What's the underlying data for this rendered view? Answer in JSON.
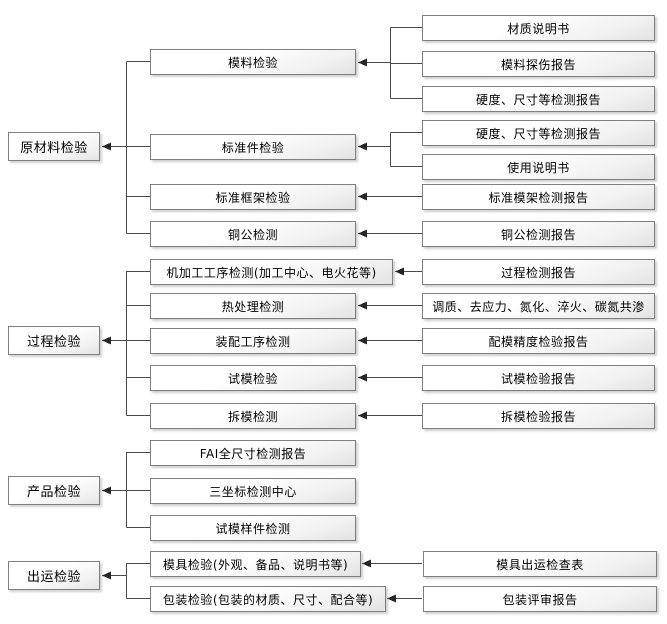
{
  "style": {
    "box_border": "#7f7f7f",
    "box_fill_top": "#ffffff",
    "box_fill_bottom": "#e3e3e3",
    "connector_color": "#4a4a4a",
    "arrowhead_color": "#262626",
    "text_color": "#000000"
  },
  "groups": [
    {
      "label": "原材料检验",
      "items": [
        {
          "label": "模料检验",
          "reports": [
            "材质说明书",
            "模料探伤报告",
            "硬度、尺寸等检测报告"
          ]
        },
        {
          "label": "标准件检验",
          "reports": [
            "硬度、尺寸等检测报告",
            "使用说明书"
          ]
        },
        {
          "label": "标准框架检验",
          "reports": [
            "标准模架检测报告"
          ]
        },
        {
          "label": "铜公检测",
          "reports": [
            "铜公检测报告"
          ]
        }
      ]
    },
    {
      "label": "过程检验",
      "items": [
        {
          "label": "机加工工序检测(加工中心、电火花等)",
          "reports": [
            "过程检测报告"
          ]
        },
        {
          "label": "热处理检测",
          "reports": [
            "调质、去应力、氮化、淬火、碳氮共渗"
          ]
        },
        {
          "label": "装配工序检测",
          "reports": [
            "配模精度检验报告"
          ]
        },
        {
          "label": "试模检验",
          "reports": [
            "试模检验报告"
          ]
        },
        {
          "label": "拆模检测",
          "reports": [
            "拆模检验报告"
          ]
        }
      ]
    },
    {
      "label": "产品检验",
      "items": [
        {
          "label": "FAI全尺寸检测报告",
          "reports": []
        },
        {
          "label": "三坐标检测中心",
          "reports": []
        },
        {
          "label": "试模样件检测",
          "reports": []
        }
      ]
    },
    {
      "label": "出运检验",
      "items": [
        {
          "label": "模具检验(外观、备品、说明书等)",
          "reports": [
            "模具出运检查表"
          ]
        },
        {
          "label": "包装检验(包装的材质、尺寸、配合等)",
          "reports": [
            "包装评审报告"
          ]
        }
      ]
    }
  ]
}
